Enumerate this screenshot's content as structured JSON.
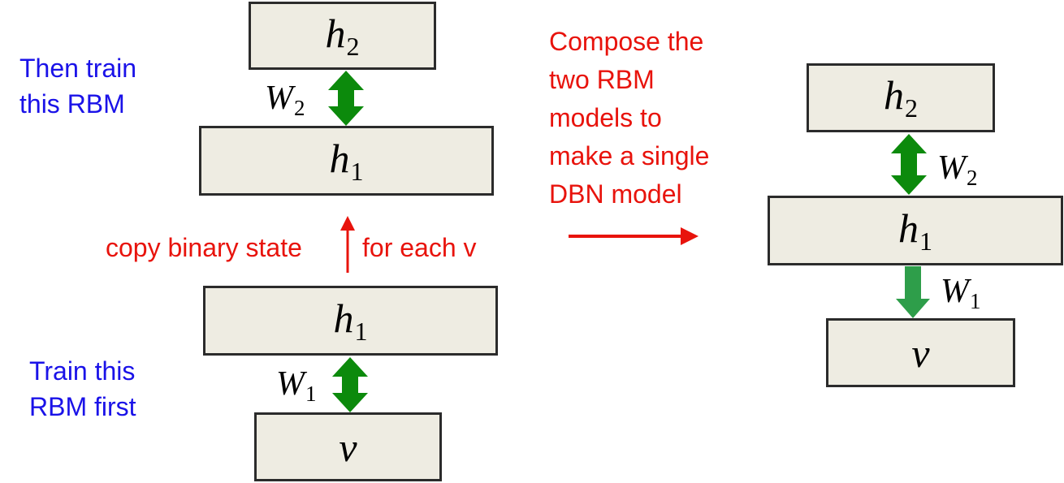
{
  "left": {
    "top_rbm": {
      "hidden2": "h",
      "hidden2_sub": "2",
      "hidden1": "h",
      "hidden1_sub": "1",
      "weight": "W",
      "weight_sub": "2"
    },
    "bottom_rbm": {
      "hidden1": "h",
      "hidden1_sub": "1",
      "visible": "v",
      "weight": "W",
      "weight_sub": "1"
    },
    "note_then": [
      "Then train",
      "this RBM"
    ],
    "note_first": [
      "Train this",
      "RBM first"
    ],
    "copy_left": "copy binary state",
    "copy_right": "for each v"
  },
  "compose_note": [
    "Compose the",
    "two RBM",
    "models to",
    "make a single",
    "DBN model"
  ],
  "right": {
    "hidden2": "h",
    "hidden2_sub": "2",
    "hidden1": "h",
    "hidden1_sub": "1",
    "visible": "v",
    "weight_top": "W",
    "weight_top_sub": "2",
    "weight_bottom": "W",
    "weight_bottom_sub": "1"
  },
  "colors": {
    "box_fill": "#eeece2",
    "arrow_green": "#0c8a0c",
    "arrow_green_light": "#2e9e4a",
    "text_red": "#e8130c",
    "text_blue": "#1a12e8"
  },
  "icons": [
    "double-arrow-icon",
    "up-arrow-icon",
    "right-arrow-icon",
    "down-arrow-icon"
  ]
}
